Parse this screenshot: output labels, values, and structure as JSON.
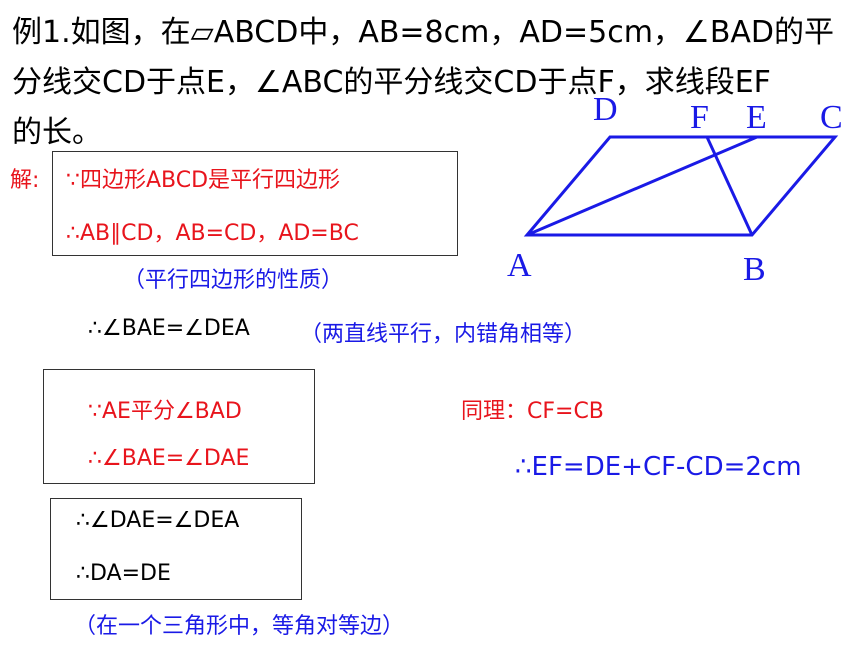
{
  "problem": {
    "line1": "例1.如图，在▱ABCD中，AB=8cm，AD=5cm，∠BAD的平",
    "line2": "分线交CD于点E，∠ABC的平分线交CD于点F，求线段EF",
    "line3": "的长。"
  },
  "solution": {
    "label": "解:",
    "box1_line1": "∵四边形ABCD是平行四边形",
    "box1_line2": "∴AB∥CD，AB=CD，AD=BC",
    "reason1": "（平行四边形的性质）",
    "step2": "∴∠BAE=∠DEA",
    "reason2": "（两直线平行，内错角相等）",
    "box2_line1": "∵AE平分∠BAD",
    "box2_line2": "∴∠BAE=∠DAE",
    "box3_line1": "∴∠DAE=∠DEA",
    "box3_line2": "∴DA=DE",
    "reason3": "（在一个三角形中，等角对等边）",
    "similar": "同理：CF=CB",
    "conclusion": "∴EF=DE+CF-CD=2cm"
  },
  "figure": {
    "labels": {
      "A": "A",
      "B": "B",
      "C": "C",
      "D": "D",
      "E": "E",
      "F": "F"
    },
    "line_color": "#1a1ae6"
  },
  "colors": {
    "text": "#000000",
    "red": "#e8141c",
    "blue": "#1a1ae6"
  }
}
